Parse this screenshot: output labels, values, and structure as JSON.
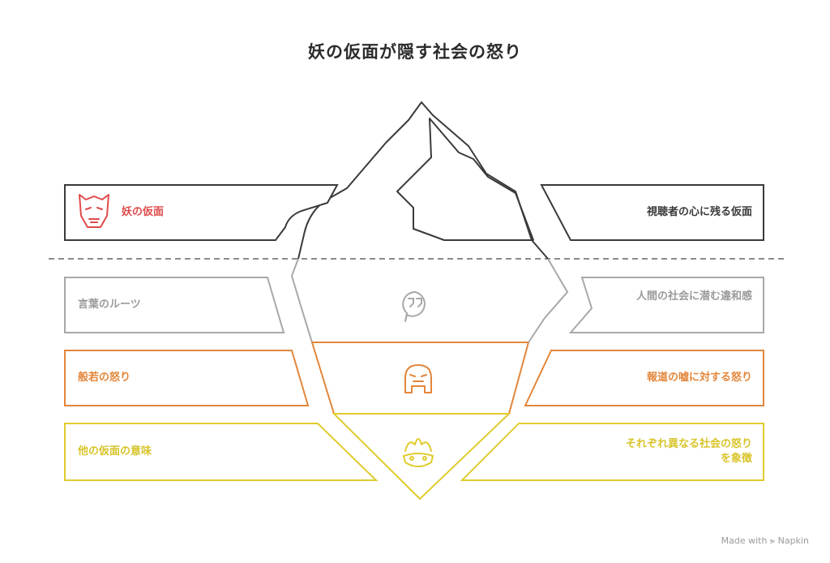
{
  "title": "妖の仮面が隠す社会の怒り",
  "colors": {
    "dark": "#3a3a3a",
    "gray": "#a8a8a8",
    "red": "#e04b4b",
    "orange": "#e3863a",
    "yellow": "#e0cc2e"
  },
  "layers": [
    {
      "left_label": "妖の仮面",
      "right_label": "視聴者の心に残る仮面",
      "icon": "demon-mask-icon"
    },
    {
      "left_label": "言葉のルーツ",
      "right_label": "人間の社会に潜む違和感",
      "icon": "quote-bubble-icon"
    },
    {
      "left_label": "般若の怒り",
      "right_label": "報道の嘘に対する怒り",
      "icon": "hannya-mask-icon"
    },
    {
      "left_label": "他の仮面の意味",
      "right_label": "それぞれ異なる社会の怒りを象徴",
      "icon": "carnival-mask-icon"
    }
  ],
  "footer": "Made with ⪢ Napkin"
}
